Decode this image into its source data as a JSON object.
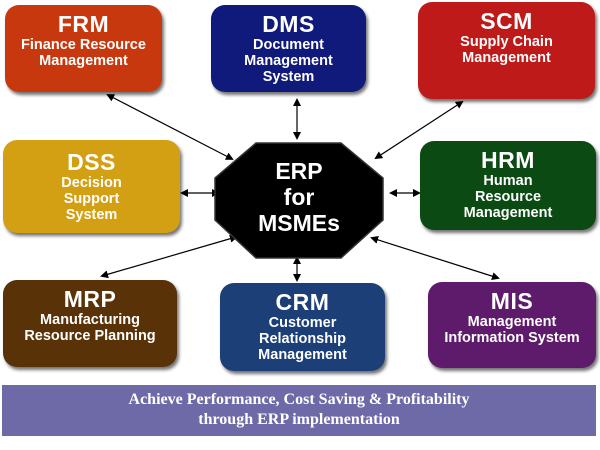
{
  "hub": {
    "lines": [
      "ERP",
      "for",
      "MSMEs"
    ],
    "color": "#000000"
  },
  "modules": [
    {
      "id": "frm",
      "abbr": "FRM",
      "full": "Finance Resource Management",
      "color": "#c8380f"
    },
    {
      "id": "dms",
      "abbr": "DMS",
      "full": "Document Management System",
      "color": "#0f1a7a"
    },
    {
      "id": "scm",
      "abbr": "SCM",
      "full": "Supply Chain Management",
      "color": "#bf1a1a"
    },
    {
      "id": "dss",
      "abbr": "DSS",
      "full": "Decision Support System",
      "color": "#d3a013"
    },
    {
      "id": "hrm",
      "abbr": "HRM",
      "full": "Human Resource Management",
      "color": "#0b4a12"
    },
    {
      "id": "mrp",
      "abbr": "MRP",
      "full": "Manufacturing Resource Planning",
      "color": "#5a3208"
    },
    {
      "id": "crm",
      "abbr": "CRM",
      "full": "Customer Relationship Management",
      "color": "#1c3f77"
    },
    {
      "id": "mis",
      "abbr": "MIS",
      "full": "Management Information System",
      "color": "#5e1a6b"
    }
  ],
  "tagline": {
    "line1": "Achieve Performance, Cost Saving & Profitability",
    "line2": "through ERP implementation",
    "color": "#6e6aa8"
  }
}
